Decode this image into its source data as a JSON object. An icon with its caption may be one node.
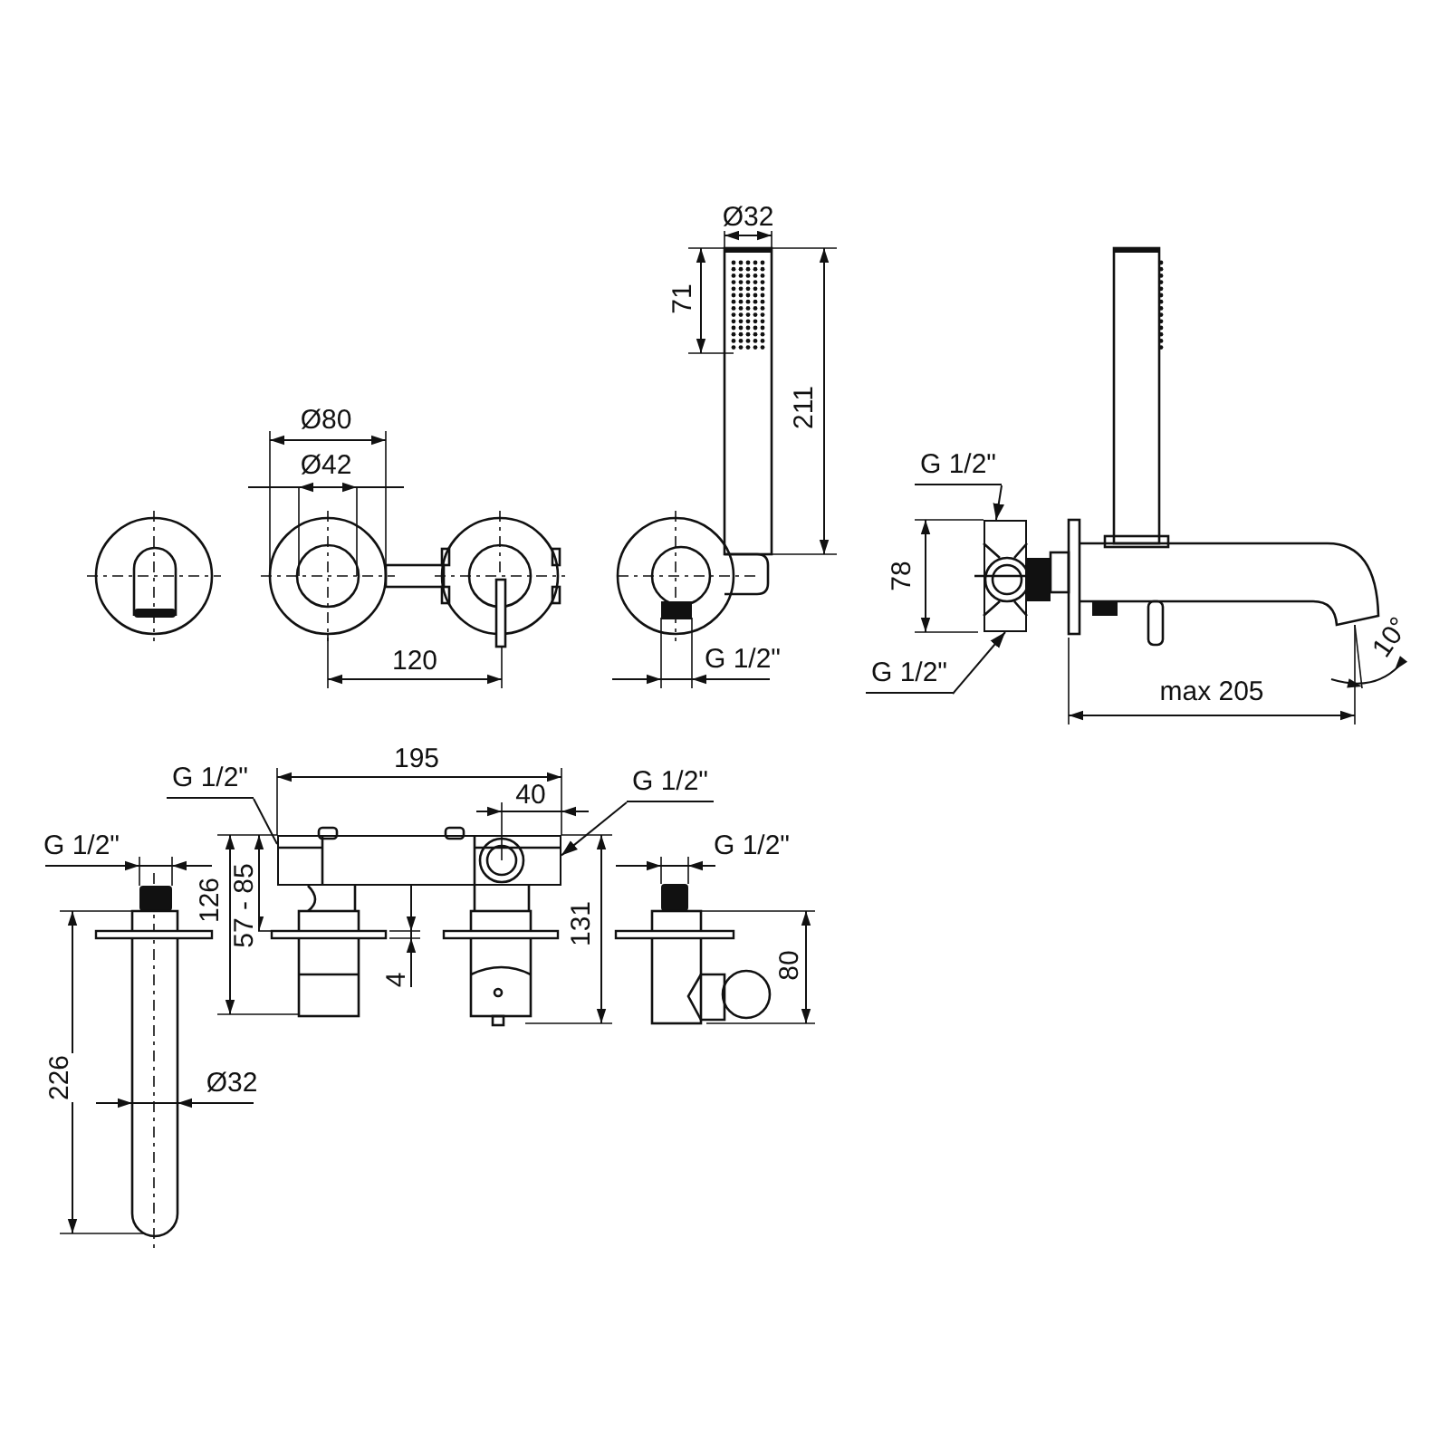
{
  "diagram": {
    "nodes": [
      {
        "text": [
          "G 1/2\""
        ]
      },
      {
        "text": [
          "G 1/2\""
        ]
      },
      {
        "text": [
          "G 1/2\""
        ]
      },
      {
        "text": [
          "G 1/2\""
        ]
      },
      {
        "text": [],
        "shape": "box"
      },
      {
        "text": [],
        "shape": "box"
      }
    ],
    "edges": [
      {
        "from": 0,
        "to": 4,
        "arrow": "to"
      },
      {
        "from": 1,
        "to": 4,
        "arrow": "to"
      },
      {
        "from": 2,
        "to": 5,
        "arrow": "none"
      },
      {
        "from": 3,
        "to": 5,
        "arrow": "to"
      }
    ],
    "labels": [
      "Ø32",
      "71",
      "211",
      "Ø80",
      "Ø42",
      "120",
      "G 1/2\"",
      "78",
      "max 205",
      "10°",
      "195",
      "40",
      "G 1/2\"",
      "126",
      "57 - 85",
      "4",
      "131",
      "G 1/2\"",
      "80",
      "226",
      "Ø32"
    ]
  }
}
